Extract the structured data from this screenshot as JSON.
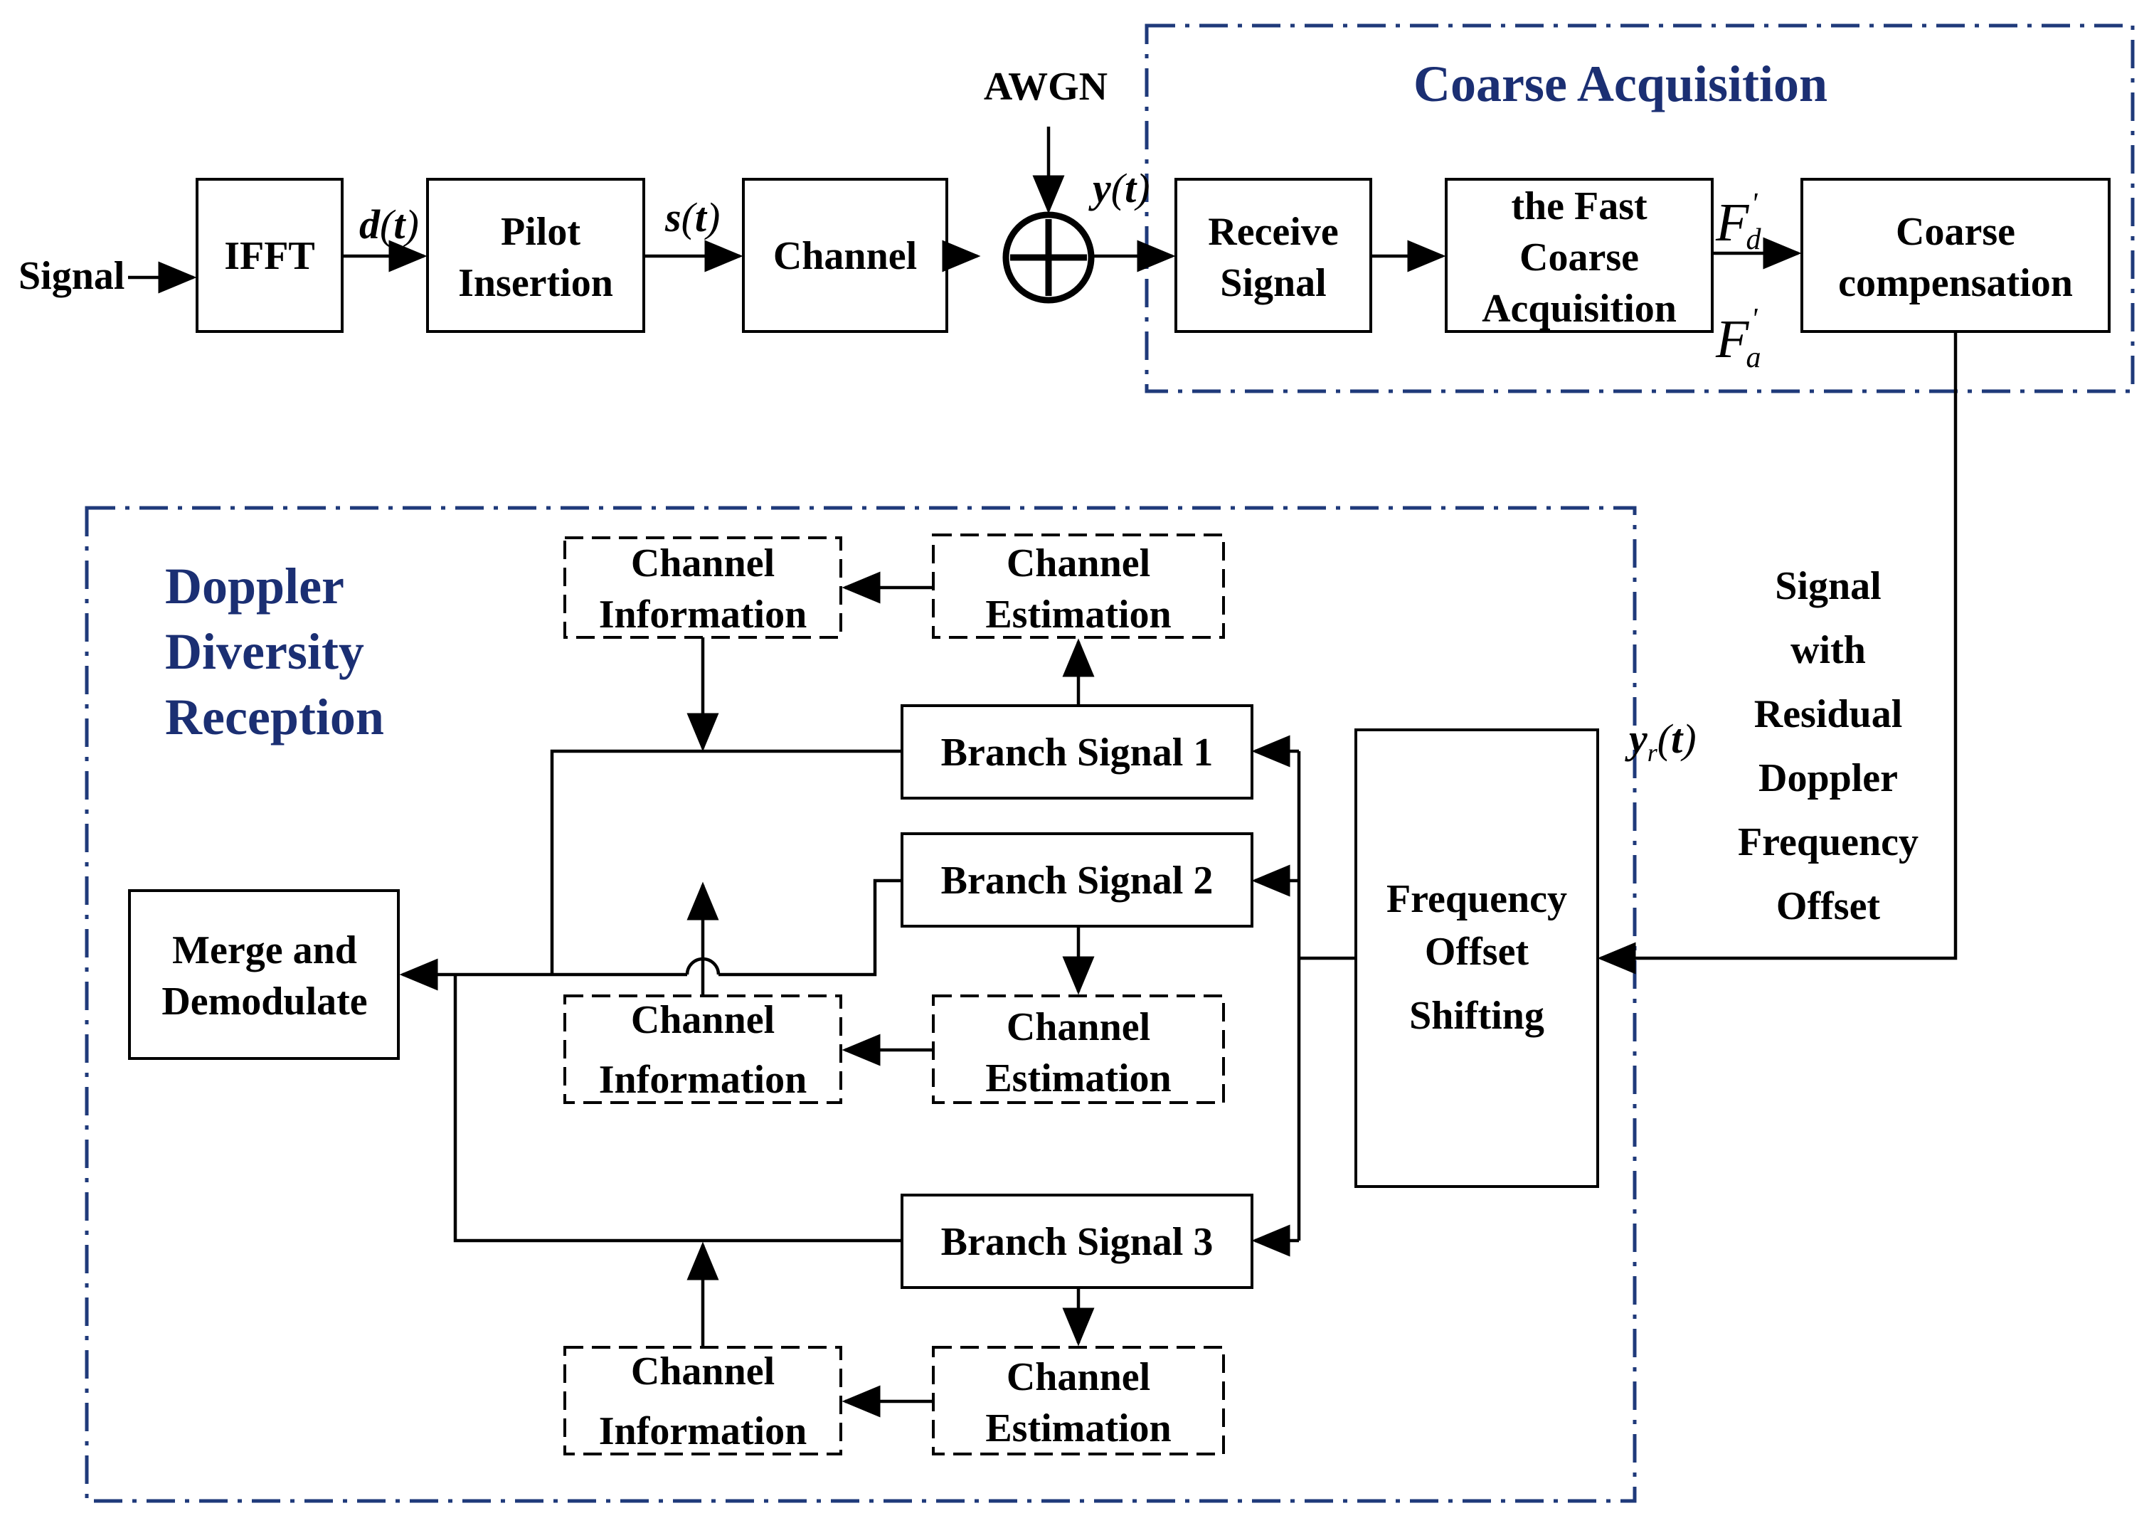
{
  "colors": {
    "group_border": "#1f3a7a",
    "group_title": "#1b2f73",
    "line": "#000000"
  },
  "blocks": {
    "signal_in": "Signal",
    "ifft": "IFFT",
    "pilot_insertion": [
      "Pilot",
      "Insertion"
    ],
    "channel": "Channel",
    "awgn": "AWGN",
    "receive_signal": [
      "Receive",
      "Signal"
    ],
    "fast_coarse_acquisition": [
      "the Fast",
      "Coarse",
      "Acquisition"
    ],
    "coarse_compensation": [
      "Coarse",
      "compensation"
    ],
    "frequency_offset_shifting": [
      "Frequency",
      "Offset",
      "Shifting"
    ],
    "merge_and_demodulate": [
      "Merge and",
      "Demodulate"
    ],
    "branch_1": "Branch Signal 1",
    "branch_2": "Branch Signal 2",
    "branch_3": "Branch Signal 3",
    "channel_information": [
      "Channel",
      "Information"
    ],
    "channel_estimation": [
      "Channel",
      "Estimation"
    ]
  },
  "signals": {
    "d": "d",
    "s": "s",
    "y": "y",
    "t": "t",
    "yr_sub": "r",
    "fd_base": "F",
    "fd_sub": "d",
    "fa_base": "F",
    "fa_sub": "a",
    "prime": "'",
    "open": "(",
    "close": ")"
  },
  "residual_label": [
    "Signal",
    "with",
    "Residual",
    "Doppler",
    "Frequency",
    "Offset"
  ],
  "groups": {
    "coarse_title": "Coarse Acquisition",
    "doppler_title": [
      "Doppler",
      "Diversity",
      "Reception"
    ]
  }
}
